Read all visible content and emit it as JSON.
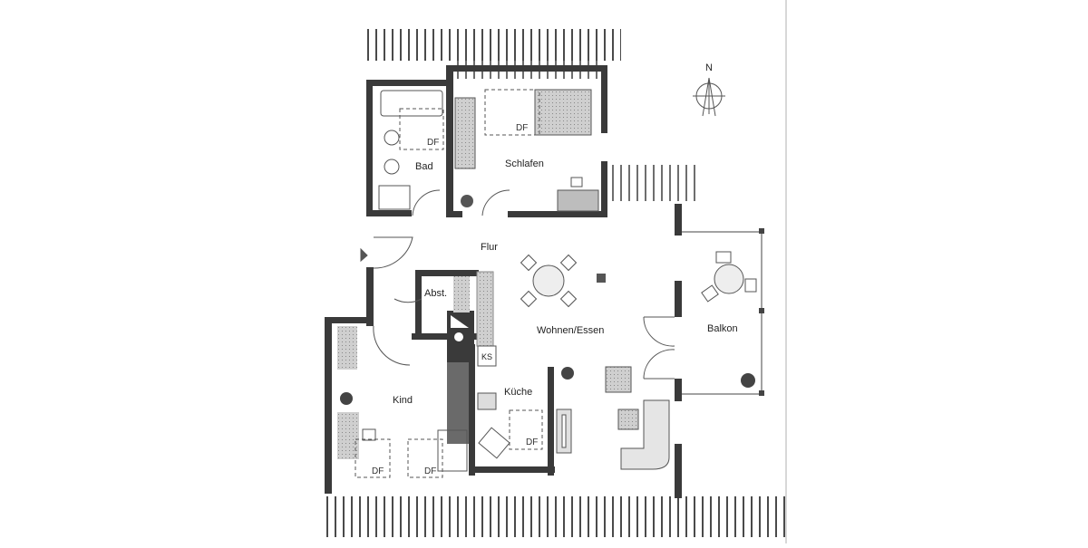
{
  "drawing": {
    "type": "floor plan",
    "compass": {
      "label": "N"
    },
    "rooms": [
      {
        "id": "bad",
        "label": "Bad"
      },
      {
        "id": "schlafen",
        "label": "Schlafen"
      },
      {
        "id": "flur",
        "label": "Flur"
      },
      {
        "id": "abst",
        "label": "Abst."
      },
      {
        "id": "wohnen",
        "label": "Wohnen/Essen"
      },
      {
        "id": "balkon",
        "label": "Balkon"
      },
      {
        "id": "kind",
        "label": "Kind"
      },
      {
        "id": "kueche",
        "label": "Küche"
      }
    ],
    "annotations": {
      "ks": "KS",
      "df": "DF"
    },
    "colors": {
      "wall": "#3a3a3a",
      "hatch": "#555555",
      "fill_gray": "#bdbdbd",
      "line": "#444444"
    }
  }
}
